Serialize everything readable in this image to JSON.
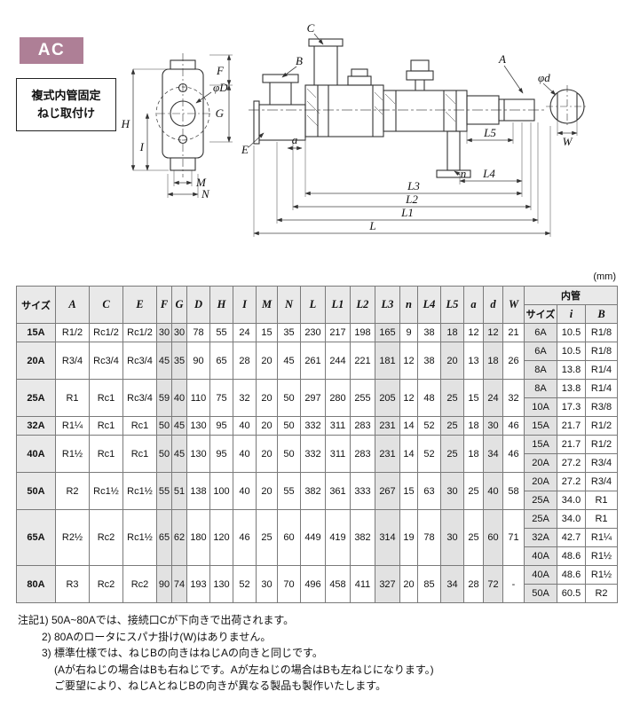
{
  "page": {
    "model_code": "AC",
    "type_label_line1": "複式内管固定",
    "type_label_line2": "ねじ取付け",
    "unit_note": "(mm)"
  },
  "colors": {
    "badge_bg": "#ae7f96"
  },
  "drawing": {
    "labels": {
      "C": "C",
      "B": "B",
      "F": "F",
      "phiD": "φD",
      "G": "G",
      "E": "E",
      "a": "a",
      "H": "H",
      "I": "I",
      "M": "M",
      "N": "N",
      "A": "A",
      "phid": "φd",
      "W": "W",
      "L5": "L5",
      "L4": "L4",
      "n": "n",
      "L3": "L3",
      "L2": "L2",
      "L1": "L1",
      "L": "L"
    }
  },
  "table": {
    "headers": [
      "サイズ",
      "A",
      "C",
      "E",
      "F",
      "G",
      "D",
      "H",
      "I",
      "M",
      "N",
      "L",
      "L1",
      "L2",
      "L3",
      "n",
      "L4",
      "L5",
      "a",
      "d",
      "W"
    ],
    "inner_header": "内管",
    "inner_subheaders": [
      "サイズ",
      "i",
      "B"
    ],
    "rows": [
      {
        "size": "15A",
        "values": [
          "R1/2",
          "Rc1/2",
          "Rc1/2",
          "30",
          "30",
          "78",
          "55",
          "24",
          "15",
          "35",
          "230",
          "217",
          "198",
          "165",
          "9",
          "38",
          "18",
          "12",
          "12",
          "21"
        ],
        "inner": [
          [
            "6A",
            "10.5",
            "R1/8"
          ]
        ]
      },
      {
        "size": "20A",
        "values": [
          "R3/4",
          "Rc3/4",
          "Rc3/4",
          "45",
          "35",
          "90",
          "65",
          "28",
          "20",
          "45",
          "261",
          "244",
          "221",
          "181",
          "12",
          "38",
          "20",
          "13",
          "18",
          "26"
        ],
        "inner": [
          [
            "6A",
            "10.5",
            "R1/8"
          ],
          [
            "8A",
            "13.8",
            "R1/4"
          ]
        ]
      },
      {
        "size": "25A",
        "values": [
          "R1",
          "Rc1",
          "Rc3/4",
          "59",
          "40",
          "110",
          "75",
          "32",
          "20",
          "50",
          "297",
          "280",
          "255",
          "205",
          "12",
          "48",
          "25",
          "15",
          "24",
          "32"
        ],
        "inner": [
          [
            "8A",
            "13.8",
            "R1/4"
          ],
          [
            "10A",
            "17.3",
            "R3/8"
          ]
        ]
      },
      {
        "size": "32A",
        "values": [
          "R1¼",
          "Rc1",
          "Rc1",
          "50",
          "45",
          "130",
          "95",
          "40",
          "20",
          "50",
          "332",
          "311",
          "283",
          "231",
          "14",
          "52",
          "25",
          "18",
          "30",
          "46"
        ],
        "inner": [
          [
            "15A",
            "21.7",
            "R1/2"
          ]
        ]
      },
      {
        "size": "40A",
        "values": [
          "R1½",
          "Rc1",
          "Rc1",
          "50",
          "45",
          "130",
          "95",
          "40",
          "20",
          "50",
          "332",
          "311",
          "283",
          "231",
          "14",
          "52",
          "25",
          "18",
          "34",
          "46"
        ],
        "inner": [
          [
            "15A",
            "21.7",
            "R1/2"
          ],
          [
            "20A",
            "27.2",
            "R3/4"
          ]
        ]
      },
      {
        "size": "50A",
        "values": [
          "R2",
          "Rc1½",
          "Rc1½",
          "55",
          "51",
          "138",
          "100",
          "40",
          "20",
          "55",
          "382",
          "361",
          "333",
          "267",
          "15",
          "63",
          "30",
          "25",
          "40",
          "58"
        ],
        "inner": [
          [
            "20A",
            "27.2",
            "R3/4"
          ],
          [
            "25A",
            "34.0",
            "R1"
          ]
        ]
      },
      {
        "size": "65A",
        "values": [
          "R2½",
          "Rc2",
          "Rc1½",
          "65",
          "62",
          "180",
          "120",
          "46",
          "25",
          "60",
          "449",
          "419",
          "382",
          "314",
          "19",
          "78",
          "30",
          "25",
          "60",
          "71"
        ],
        "inner": [
          [
            "25A",
            "34.0",
            "R1"
          ],
          [
            "32A",
            "42.7",
            "R1¼"
          ],
          [
            "40A",
            "48.6",
            "R1½"
          ]
        ]
      },
      {
        "size": "80A",
        "values": [
          "R3",
          "Rc2",
          "Rc2",
          "90",
          "74",
          "193",
          "130",
          "52",
          "30",
          "70",
          "496",
          "458",
          "411",
          "327",
          "20",
          "85",
          "34",
          "28",
          "72",
          "-"
        ],
        "inner": [
          [
            "40A",
            "48.6",
            "R1½"
          ],
          [
            "50A",
            "60.5",
            "R2"
          ]
        ]
      }
    ]
  },
  "notes": [
    {
      "indent": 0,
      "text": "注記1) 50A~80Aでは、接続口Cが下向きで出荷されます。"
    },
    {
      "indent": 1,
      "text": "2) 80Aのロータにスパナ掛け(W)はありません。"
    },
    {
      "indent": 1,
      "text": "3) 標準仕様では、ねじBの向きはねじAの向きと同じです。"
    },
    {
      "indent": 2,
      "text": "(Aが右ねじの場合はBも右ねじです。Aが左ねじの場合はBも左ねじになります。)"
    },
    {
      "indent": 2,
      "text": "ご要望により、ねじAとねじBの向きが異なる製品も製作いたします。"
    }
  ]
}
